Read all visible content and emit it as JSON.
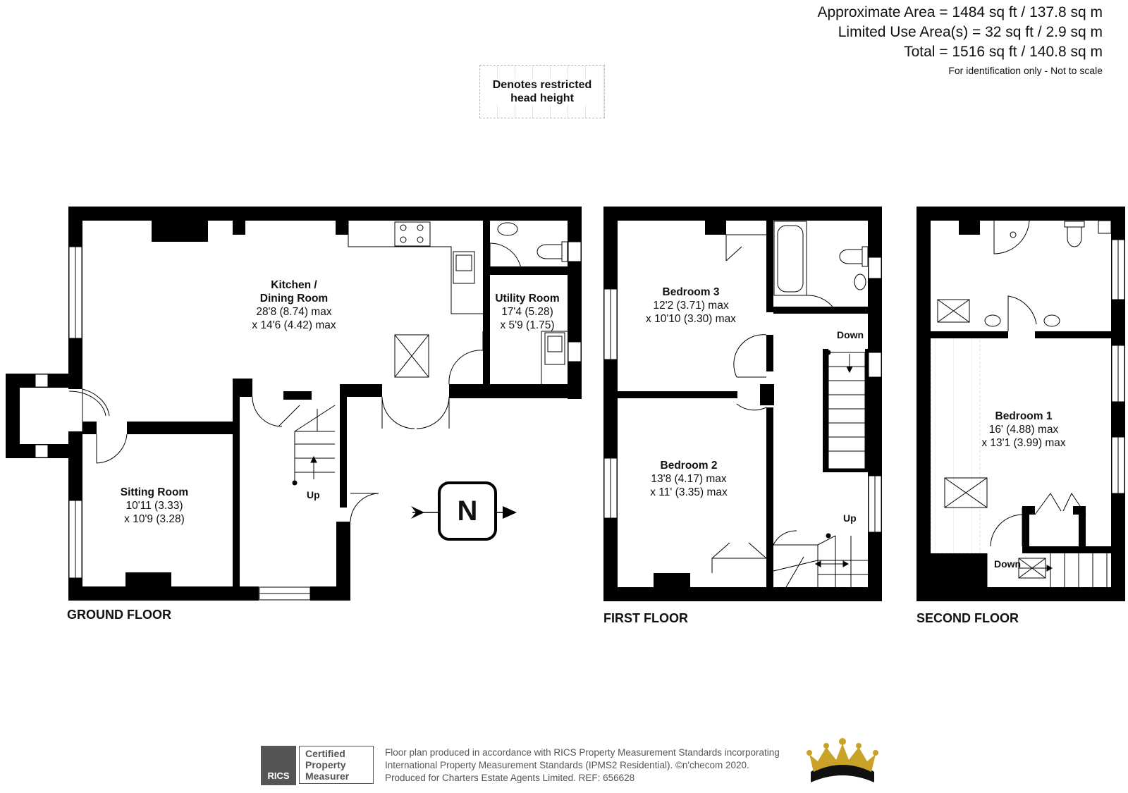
{
  "areas": {
    "approximate": "Approximate Area = 1484 sq ft / 137.8 sq m",
    "limited": "Limited Use Area(s) = 32 sq ft / 2.9 sq m",
    "total": "Total = 1516 sq ft / 140.8 sq m",
    "note": "For identification only - Not to scale"
  },
  "legend": {
    "line1": "Denotes restricted",
    "line2": "head height"
  },
  "rooms": {
    "kitchen": {
      "name1": "Kitchen /",
      "name2": "Dining Room",
      "dim1": "28'8 (8.74) max",
      "dim2": "x 14'6 (4.42) max"
    },
    "utility": {
      "name": "Utility Room",
      "dim1": "17'4 (5.28)",
      "dim2": "x 5'9 (1.75)"
    },
    "sitting": {
      "name": "Sitting Room",
      "dim1": "10'11 (3.33)",
      "dim2": "x 10'9 (3.28)"
    },
    "bedroom3": {
      "name": "Bedroom 3",
      "dim1": "12'2 (3.71) max",
      "dim2": "x 10'10 (3.30) max"
    },
    "bedroom2": {
      "name": "Bedroom 2",
      "dim1": "13'8 (4.17) max",
      "dim2": "x 11' (3.35) max"
    },
    "bedroom1": {
      "name": "Bedroom 1",
      "dim1": "16' (4.88) max",
      "dim2": "x 13'1 (3.99) max"
    }
  },
  "stairs": {
    "ground_up": "Up",
    "first_down": "Down",
    "first_up": "Up",
    "second_down": "Down"
  },
  "compass": "N",
  "floors": {
    "ground": "GROUND FLOOR",
    "first": "FIRST FLOOR",
    "second": "SECOND FLOOR"
  },
  "footer": {
    "badge_brand": "RICS",
    "badge_line1": "Certified",
    "badge_line2": "Property",
    "badge_line3": "Measurer",
    "line1": "Floor plan produced in accordance with RICS Property Measurement Standards incorporating",
    "line2": "International Property Measurement Standards (IPMS2 Residential).   ©n'checom 2020.",
    "line3": "Produced for Charters Estate Agents Limited.   REF:  656628"
  },
  "colors": {
    "wall": "#000000",
    "text": "#111111",
    "gold": "#c9a227",
    "footer_text": "#555555"
  }
}
